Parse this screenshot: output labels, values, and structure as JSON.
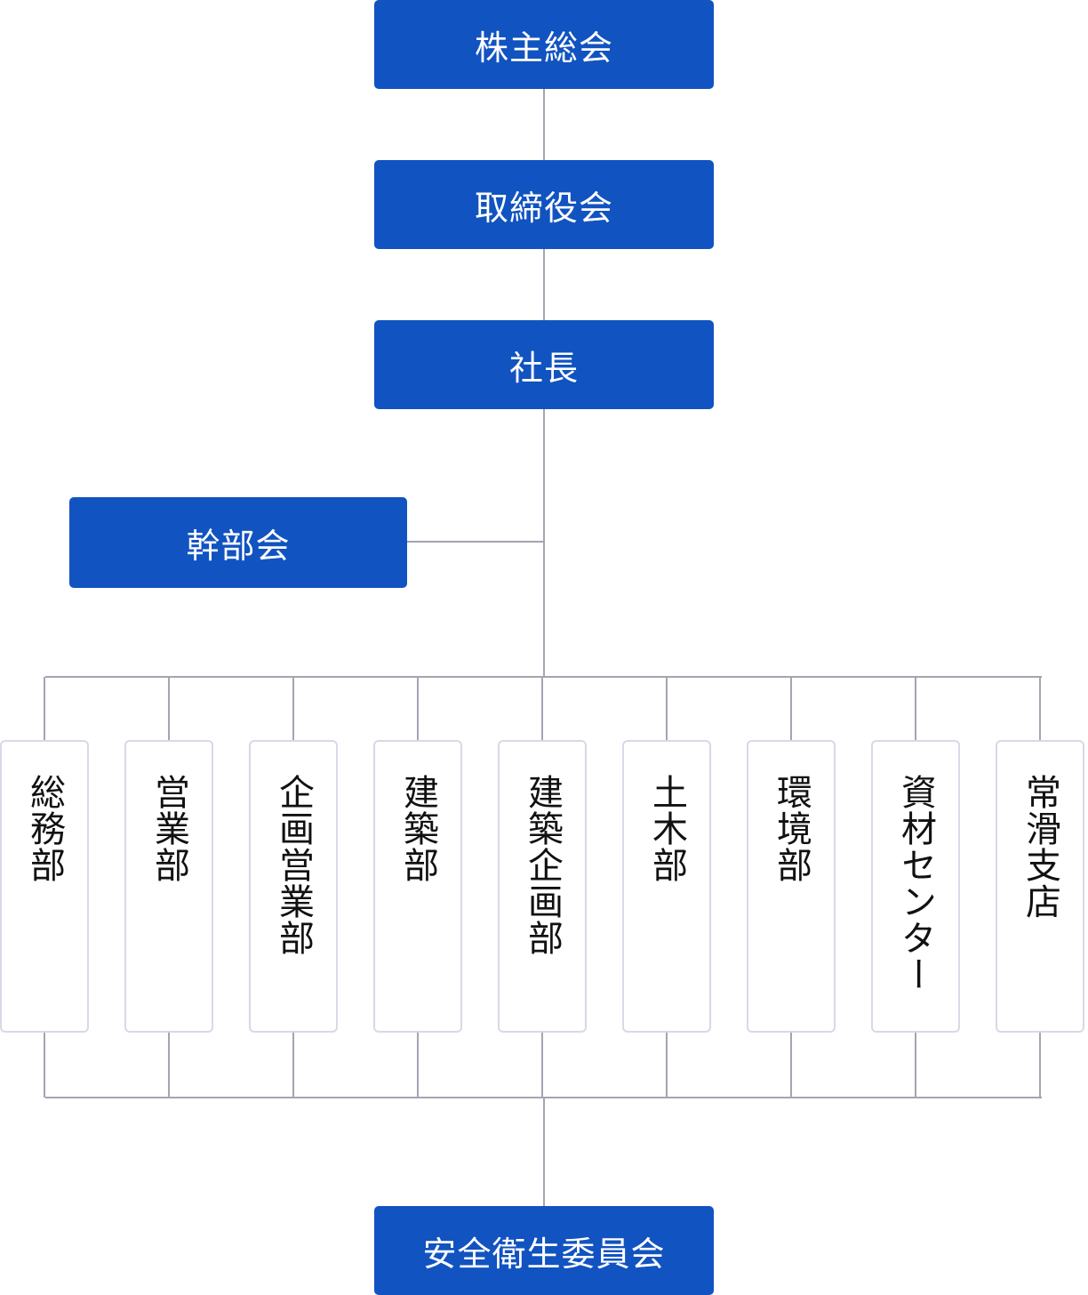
{
  "title": "組織図",
  "top_chain": {
    "shareholders_meeting": "株主総会",
    "board_of_directors": "取締役会",
    "president": "社長"
  },
  "executive_committee": "幹部会",
  "departments": [
    "総務部",
    "営業部",
    "企画営業部",
    "建築部",
    "建築企画部",
    "土木部",
    "環境部",
    "資材センター",
    "常滑支店"
  ],
  "safety_committee": "安全衛生委員会",
  "colors": {
    "box_fill": "#1153c0",
    "box_text": "#ffffff",
    "connector": "#a4a4b4",
    "dept_border": "#d8d8ea",
    "dept_text": "#111111"
  }
}
